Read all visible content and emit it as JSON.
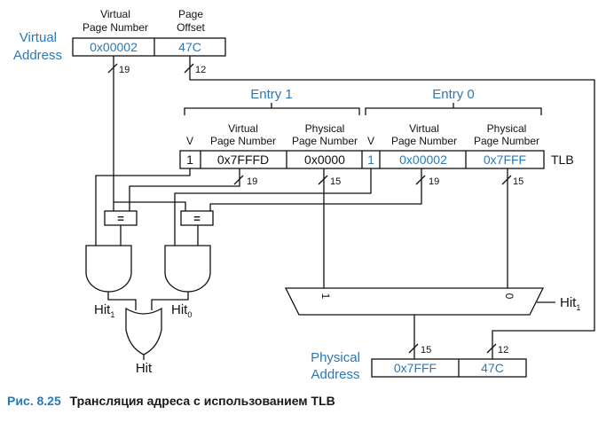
{
  "virtual_address": {
    "label_line1": "Virtual",
    "label_line2": "Address",
    "vpn_header_line1": "Virtual",
    "vpn_header_line2": "Page Number",
    "offset_header_line1": "Page",
    "offset_header_line2": "Offset",
    "vpn_value": "0x00002",
    "offset_value": "47C",
    "vpn_bus_width": "19",
    "offset_bus_width": "12"
  },
  "tlb": {
    "label": "TLB",
    "entry1_label": "Entry 1",
    "entry0_label": "Entry 0",
    "v_header": "V",
    "vpn_header_line1": "Virtual",
    "vpn_header_line2": "Page Number",
    "ppn_header_line1": "Physical",
    "ppn_header_line2": "Page Number",
    "entry1": {
      "v": "1",
      "vpn": "0x7FFFD",
      "ppn": "0x0000"
    },
    "entry0": {
      "v": "1",
      "vpn": "0x00002",
      "ppn": "0x7FFF"
    },
    "vpn_bus_width": "19",
    "ppn_bus_width": "15"
  },
  "logic": {
    "comparator_symbol": "=",
    "hit1_label": "Hit",
    "hit1_sub": "1",
    "hit0_label": "Hit",
    "hit0_sub": "0",
    "hit_output": "Hit",
    "mux_in1": "1",
    "mux_in0": "0",
    "mux_select_label": "Hit",
    "mux_select_sub": "1"
  },
  "physical_address": {
    "label_line1": "Physical",
    "label_line2": "Address",
    "ppn_value": "0x7FFF",
    "offset_value": "47C",
    "ppn_bus_width": "15",
    "offset_bus_width": "12"
  },
  "caption": {
    "number": "Рис. 8.25",
    "text": "Трансляция адреса с использованием TLB"
  }
}
